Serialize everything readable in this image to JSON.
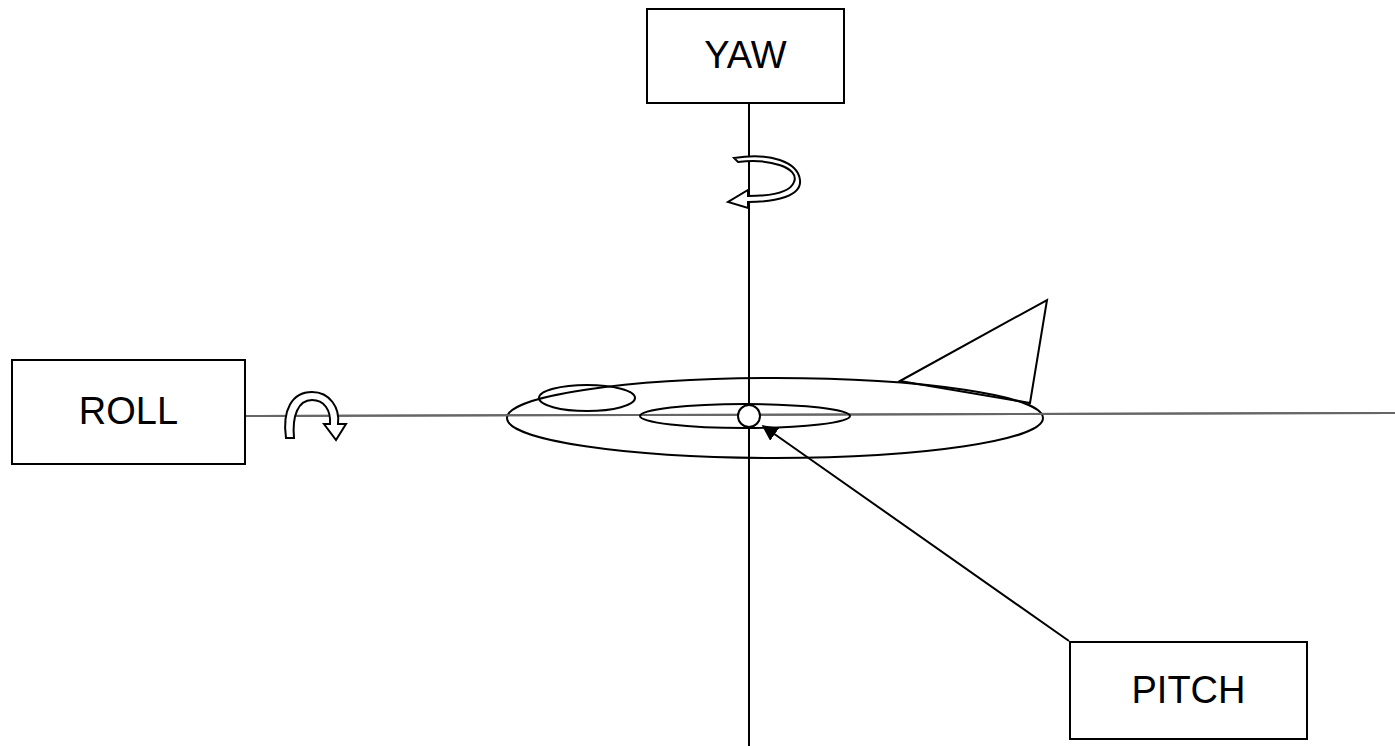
{
  "diagram": {
    "nodes": [
      {
        "text": [
          "YAW"
        ]
      },
      {
        "text": [
          "ROLL"
        ]
      },
      {
        "text": [
          "PITCH"
        ]
      }
    ]
  }
}
